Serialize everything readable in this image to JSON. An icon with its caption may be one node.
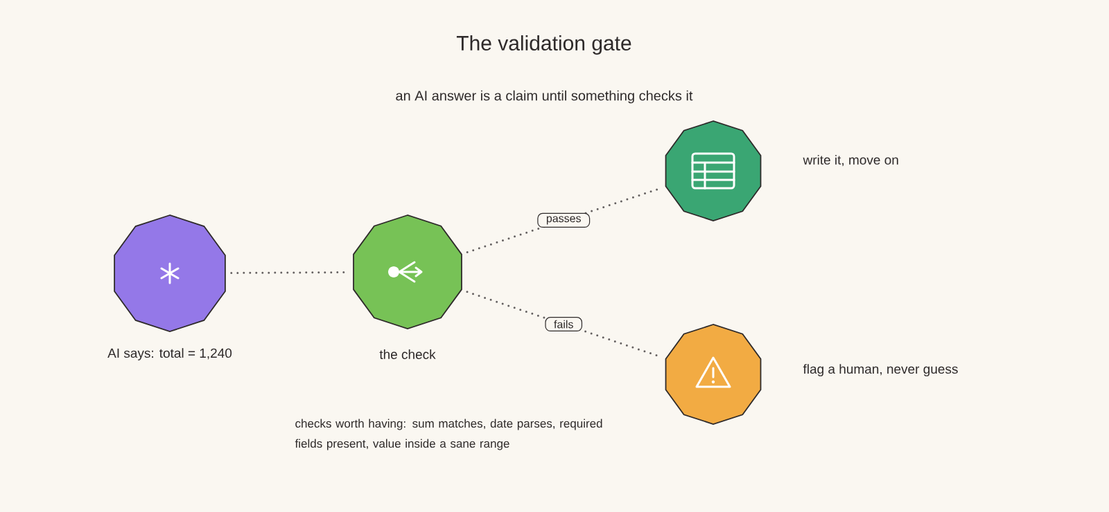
{
  "diagram": {
    "title": "The validation gate",
    "nodes": [
      {
        "text": [],
        "shape": "polygon",
        "beside": [
          "AI says: total = 1,240"
        ]
      },
      {
        "text": [],
        "shape": "polygon",
        "beside": [
          "the check"
        ]
      },
      {
        "text": [],
        "shape": "polygon",
        "beside": [
          "write it, move on"
        ]
      },
      {
        "text": [],
        "shape": "polygon",
        "beside": [
          "flag a human, never guess"
        ]
      }
    ],
    "edges": [
      {
        "from": 0,
        "to": 1,
        "arrow": "none"
      },
      {
        "from": 1,
        "to": 2,
        "arrow": "none",
        "label": "passes"
      },
      {
        "from": 1,
        "to": 3,
        "arrow": "none",
        "label": "fails"
      }
    ],
    "labels": [
      "an AI answer is a claim until something checks it",
      "checks worth having: sum matches, date parses, required fields present, value inside a sane range"
    ]
  }
}
